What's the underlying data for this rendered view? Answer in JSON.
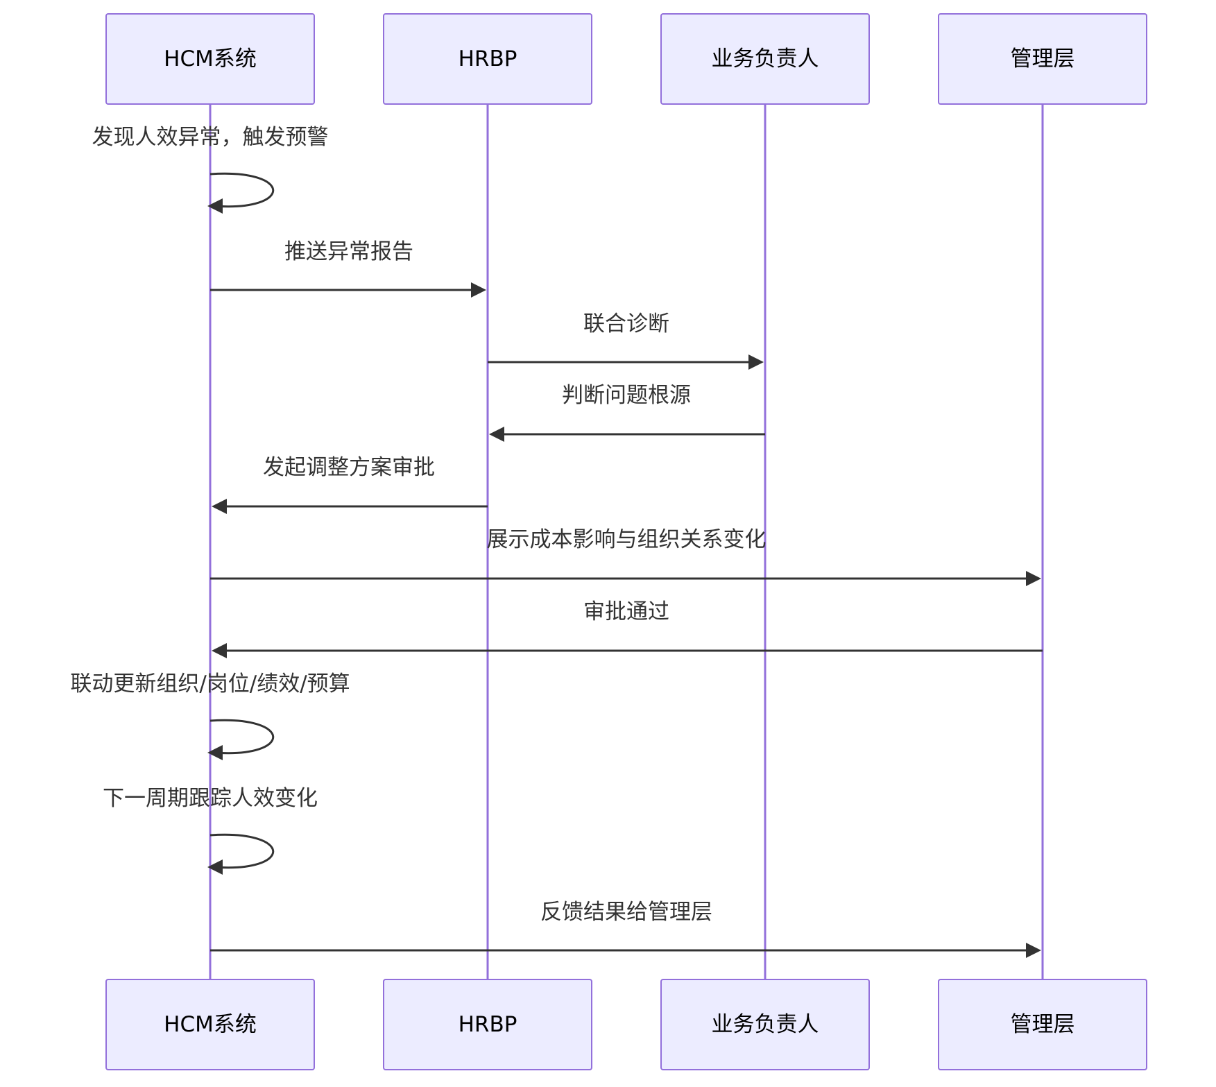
{
  "participants": [
    {
      "id": "hcm",
      "label": "HCM系统"
    },
    {
      "id": "hrbp",
      "label": "HRBP"
    },
    {
      "id": "biz",
      "label": "业务负责人"
    },
    {
      "id": "mgmt",
      "label": "管理层"
    }
  ],
  "messages": [
    {
      "from": "hcm",
      "to": "hcm",
      "label": "发现人效异常，触发预警"
    },
    {
      "from": "hcm",
      "to": "hrbp",
      "label": "推送异常报告"
    },
    {
      "from": "hrbp",
      "to": "biz",
      "label": "联合诊断"
    },
    {
      "from": "biz",
      "to": "hrbp",
      "label": "判断问题根源"
    },
    {
      "from": "hrbp",
      "to": "hcm",
      "label": "发起调整方案审批"
    },
    {
      "from": "hcm",
      "to": "mgmt",
      "label": "展示成本影响与组织关系变化"
    },
    {
      "from": "mgmt",
      "to": "hcm",
      "label": "审批通过"
    },
    {
      "from": "hcm",
      "to": "hcm",
      "label": "联动更新组织/岗位/绩效/预算"
    },
    {
      "from": "hcm",
      "to": "hcm",
      "label": "下一周期跟踪人效变化"
    },
    {
      "from": "hcm",
      "to": "mgmt",
      "label": "反馈结果给管理层"
    }
  ],
  "colors": {
    "actor_fill": "#ececff",
    "actor_stroke": "#9370db",
    "lifeline": "#9370db",
    "message": "#333333"
  }
}
